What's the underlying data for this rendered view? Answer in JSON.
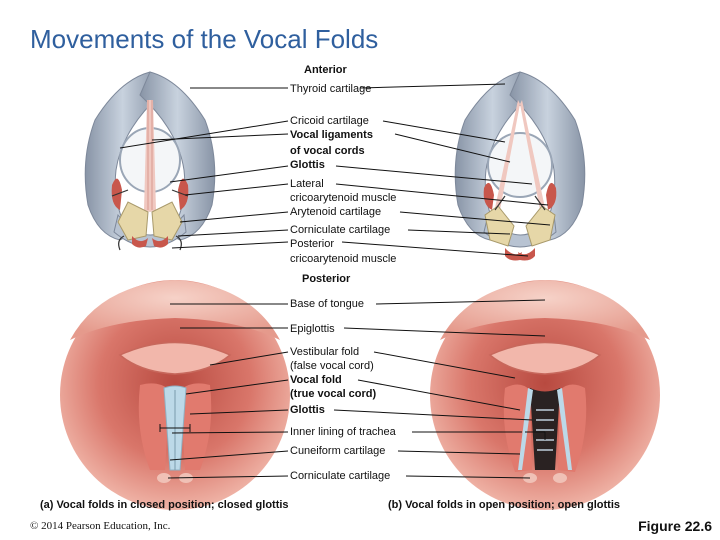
{
  "title": "Movements of the Vocal Folds",
  "labels": {
    "anterior": "Anterior",
    "thyroid": "Thyroid cartilage",
    "cricoid": "Cricoid cartilage",
    "vocal_lig_1": "Vocal ligaments",
    "vocal_lig_2": "of vocal cords",
    "glottis_top": "Glottis",
    "lateral_1": "Lateral",
    "lateral_2": "cricoarytenoid muscle",
    "arytenoid": "Arytenoid cartilage",
    "corniculate_top": "Corniculate cartilage",
    "posterior_muscle_1": "Posterior",
    "posterior_muscle_2": "cricoarytenoid muscle",
    "posterior": "Posterior",
    "tongue": "Base of tongue",
    "epiglottis": "Epiglottis",
    "vestibular_1": "Vestibular fold",
    "vestibular_2": "(false vocal cord)",
    "vocal_fold_1": "Vocal fold",
    "vocal_fold_2": "(true vocal cord)",
    "glottis_bottom": "Glottis",
    "trachea": "Inner lining of trachea",
    "cuneiform": "Cuneiform cartilage",
    "corniculate_bottom": "Corniculate cartilage"
  },
  "captions": {
    "a": "(a) Vocal folds in closed position; closed glottis",
    "b": "(b) Vocal folds in open position; open glottis"
  },
  "copyright": "© 2014 Pearson Education, Inc.",
  "figure": "Figure 22.6",
  "colors": {
    "title": "#2f5f9e",
    "cartilage": "#a9b6c6",
    "arytenoid": "#e6d7a8",
    "muscle": "#c8574c",
    "tissue": "#e58f82",
    "fold": "#bcd9e8"
  }
}
